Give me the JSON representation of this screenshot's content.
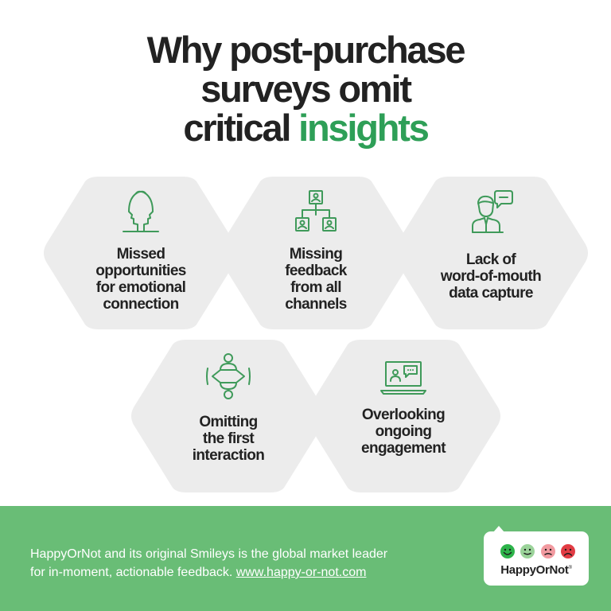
{
  "title": {
    "line1": "Why post-purchase",
    "line2": "surveys omit",
    "line3_plain": "critical",
    "line3_accent": "insights"
  },
  "colors": {
    "accent_green": "#2e9f57",
    "footer_green": "#69bd76",
    "hexagon_fill": "#ececec",
    "icon_green": "#3f9a5a",
    "title_text": "#222222"
  },
  "cards": [
    {
      "icon": "two-faces-icon",
      "label_lines": [
        "Missed",
        "opportunities",
        "for emotional",
        "connection"
      ]
    },
    {
      "icon": "org-chart-people-icon",
      "label_lines": [
        "Missing",
        "feedback",
        "from all",
        "channels"
      ]
    },
    {
      "icon": "person-speech-bubble-icon",
      "label_lines": [
        "Lack of",
        "word-of-mouth",
        "data capture"
      ]
    },
    {
      "icon": "two-people-handshake-icon",
      "label_lines": [
        "Omitting",
        "the first",
        "interaction"
      ]
    },
    {
      "icon": "laptop-video-chat-icon",
      "label_lines": [
        "Overlooking",
        "ongoing",
        "engagement"
      ]
    }
  ],
  "footer": {
    "text_line1": "HappyOrNot and its original Smileys is the global market leader",
    "text_line2_prefix": "for in-moment, actionable feedback.",
    "link_text": "www.happy-or-not.com"
  },
  "logo": {
    "name": "HappyOrNot",
    "trademark": "®",
    "smiley_colors": [
      "#2db34a",
      "#9bd39a",
      "#f29aa0",
      "#e23c44"
    ]
  }
}
